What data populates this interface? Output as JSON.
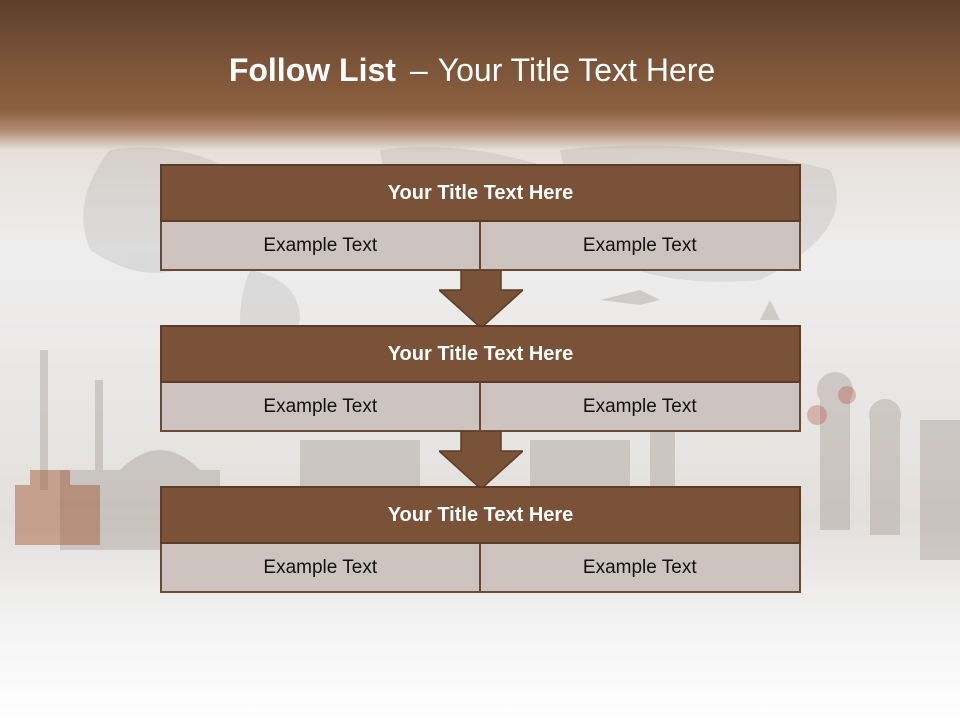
{
  "title": {
    "main": "Follow List",
    "dash": "–",
    "rest": "Your Title Text Here"
  },
  "blocks": [
    {
      "title": "Your Title Text Here",
      "left": "Example Text",
      "right": "Example Text"
    },
    {
      "title": "Your Title Text Here",
      "left": "Example Text",
      "right": "Example Text"
    },
    {
      "title": "Your Title Text Here",
      "left": "Example Text",
      "right": "Example Text"
    }
  ],
  "colors": {
    "header_brown": "#7a5338",
    "block_title": "#7a5238",
    "block_cell": "#cdc4bf",
    "arrow": "#7a5238"
  }
}
